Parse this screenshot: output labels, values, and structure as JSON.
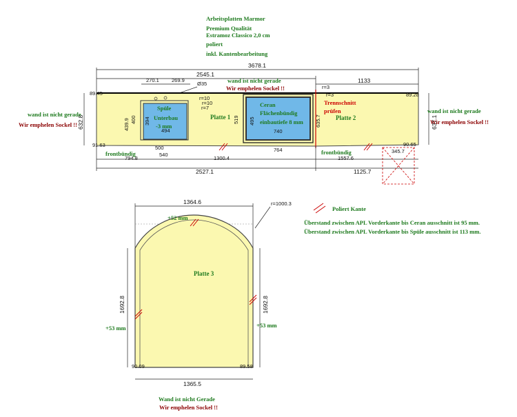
{
  "header_notes": [
    "Arbeitsplatten Marmor",
    "Premium Qualität",
    "Estramoz Classico 2,0 cm",
    "poliert",
    "inkl. Kantenbearbeitung"
  ],
  "wall_left": {
    "line1": "wand ist nicht gerade",
    "line2": "Wir emphelen Sockel !!"
  },
  "wall_right": {
    "line1": "wand ist nicht gerade",
    "line2": "Wir emphelen Sockel !!"
  },
  "wall_top": {
    "line1": "wand ist nicht gerade",
    "line2": "Wir emphelen Sockel !!"
  },
  "wall_bottom": {
    "line1": "Wand ist nicht Gerade",
    "line2": "Wir emphelen Sockel !!"
  },
  "plate1": "Platte 1",
  "plate2": "Platte 2",
  "plate3": "Platte 3",
  "sink": {
    "line1": "Spüle",
    "line2": "Unterbau",
    "line3": "-3 mm"
  },
  "ceran": {
    "line1": "Ceran",
    "line2": "Flächenbündig",
    "line3": "einbautiefe 8 mm"
  },
  "trennschnitt": {
    "line1": "Trennschnitt",
    "line2": "prüfen"
  },
  "frontbuendig": "frontbündig",
  "legend": {
    "label": "Poliert Kante",
    "note1": "Überstand zwischen APL Vorderkante bis Ceran ausschnitt ist 95 mm.",
    "note2": "Überstand zwischen APL Vorderkante bis Spüle ausschnitt ist 113 mm."
  },
  "top_dims": {
    "total": "3678.1",
    "p1_top": "2545.1",
    "p2_top": "1133",
    "d270": "270.1",
    "d269": "269.9",
    "d35": "Ø35",
    "r10a": "r=10",
    "r10b": "r=10",
    "r7": "r=7",
    "r3a": "r=3",
    "r3b": "r=3",
    "left_h": "632.8",
    "right_h": "637.1",
    "h439": "439.9",
    "h400": "400",
    "h394": "394",
    "h519": "519",
    "h495": "495",
    "h635": "635.7",
    "w494": "494",
    "w740": "740",
    "w500": "500",
    "w540": "540",
    "w764": "764",
    "w794": "794.8",
    "w1300": "1300.4",
    "w1557": "1557.6",
    "w2527": "2527.1",
    "w1125": "1125.7",
    "w345": "345.7",
    "a_tl": "89.45",
    "a_tr": "89.28",
    "a_bl": "91.63",
    "a_br": "90.65"
  },
  "plate3_dims": {
    "width_top": "1364.6",
    "width_bottom": "1365.5",
    "height_left": "1692.8",
    "height_right": "1692.8",
    "radius": "r=1000.3",
    "over_top": "+52 mm",
    "over_left": "+53 mm",
    "over_right": "+53 mm",
    "angle_left": "90.09",
    "angle_right": "89.58"
  }
}
